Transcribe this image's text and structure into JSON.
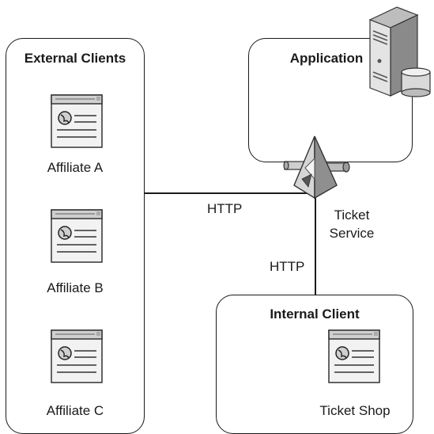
{
  "external_clients": {
    "title": "External Clients",
    "affiliates": [
      "Affiliate A",
      "Affiliate B",
      "Affiliate C"
    ]
  },
  "application": {
    "title": "Application"
  },
  "ticket_service": {
    "label_line1": "Ticket",
    "label_line2": "Service"
  },
  "connections": {
    "external_protocol": "HTTP",
    "internal_protocol": "HTTP"
  },
  "internal_client": {
    "title": "Internal Client",
    "app_label": "Ticket Shop"
  }
}
